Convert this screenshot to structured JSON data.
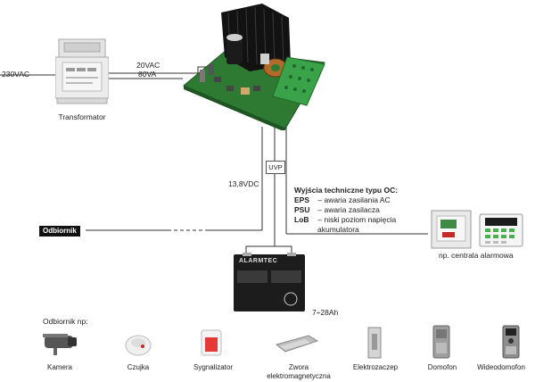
{
  "input_voltage": "230VAC",
  "transformer": {
    "label": "Transformator",
    "output": "20VAC",
    "power": "80VA"
  },
  "output_voltage": "13,8VDC",
  "uvp_label": "UVP",
  "outputs": {
    "heading": "Wyjścia techniczne typu OC:",
    "items": [
      {
        "code": "EPS",
        "desc": "– awaria zasilania AC"
      },
      {
        "code": "PSU",
        "desc": "– awaria zasilacza"
      },
      {
        "code": "LoB",
        "desc": "– niski poziom napięcia"
      }
    ],
    "continuation": "akumulatora"
  },
  "receiver_tag": "Odbiornik",
  "alarm_panel_label": "np. centrala alarmowa",
  "battery": {
    "brand": "ALARMTEC",
    "capacity": "7÷28Ah"
  },
  "receivers_heading": "Odbiornik np:",
  "devices": [
    {
      "name": "Kamera",
      "icon": "camera-icon"
    },
    {
      "name": "Czujka",
      "icon": "detector-icon"
    },
    {
      "name": "Sygnalizator",
      "icon": "siren-icon"
    },
    {
      "name": "Zwora elektromagnetyczna",
      "icon": "magnetic-lock-icon"
    },
    {
      "name": "Elektrozaczep",
      "icon": "electric-strike-icon"
    },
    {
      "name": "Domofon",
      "icon": "intercom-icon"
    },
    {
      "name": "Wideodomofon",
      "icon": "video-intercom-icon"
    }
  ]
}
